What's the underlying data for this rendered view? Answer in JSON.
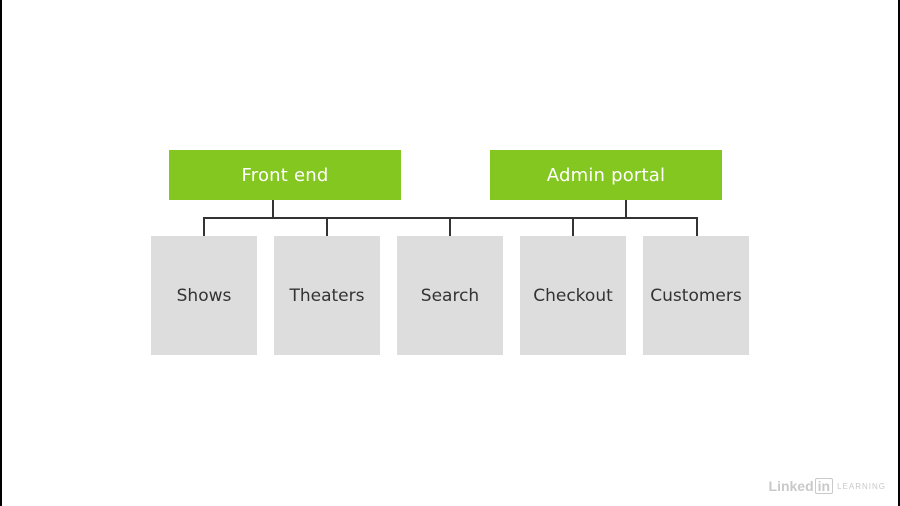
{
  "diagram": {
    "top_nodes": [
      {
        "id": "front-end",
        "label": "Front end"
      },
      {
        "id": "admin-portal",
        "label": "Admin portal"
      }
    ],
    "service_nodes": [
      {
        "id": "shows",
        "label": "Shows"
      },
      {
        "id": "theaters",
        "label": "Theaters"
      },
      {
        "id": "search",
        "label": "Search"
      },
      {
        "id": "checkout",
        "label": "Checkout"
      },
      {
        "id": "customers",
        "label": "Customers"
      }
    ],
    "edges": [
      {
        "from": "front-end",
        "to": "shows"
      },
      {
        "from": "front-end",
        "to": "theaters"
      },
      {
        "from": "front-end",
        "to": "search"
      },
      {
        "from": "front-end",
        "to": "checkout"
      },
      {
        "from": "front-end",
        "to": "customers"
      },
      {
        "from": "admin-portal",
        "to": "shows"
      },
      {
        "from": "admin-portal",
        "to": "theaters"
      },
      {
        "from": "admin-portal",
        "to": "search"
      },
      {
        "from": "admin-portal",
        "to": "checkout"
      },
      {
        "from": "admin-portal",
        "to": "customers"
      }
    ],
    "colors": {
      "top_node_fill": "#84c721",
      "service_node_fill": "#dddddd",
      "connector": "#333333",
      "background": "#ffffff"
    }
  },
  "watermark": {
    "brand": "Linked",
    "brand_box": "in",
    "suffix": "LEARNING"
  }
}
